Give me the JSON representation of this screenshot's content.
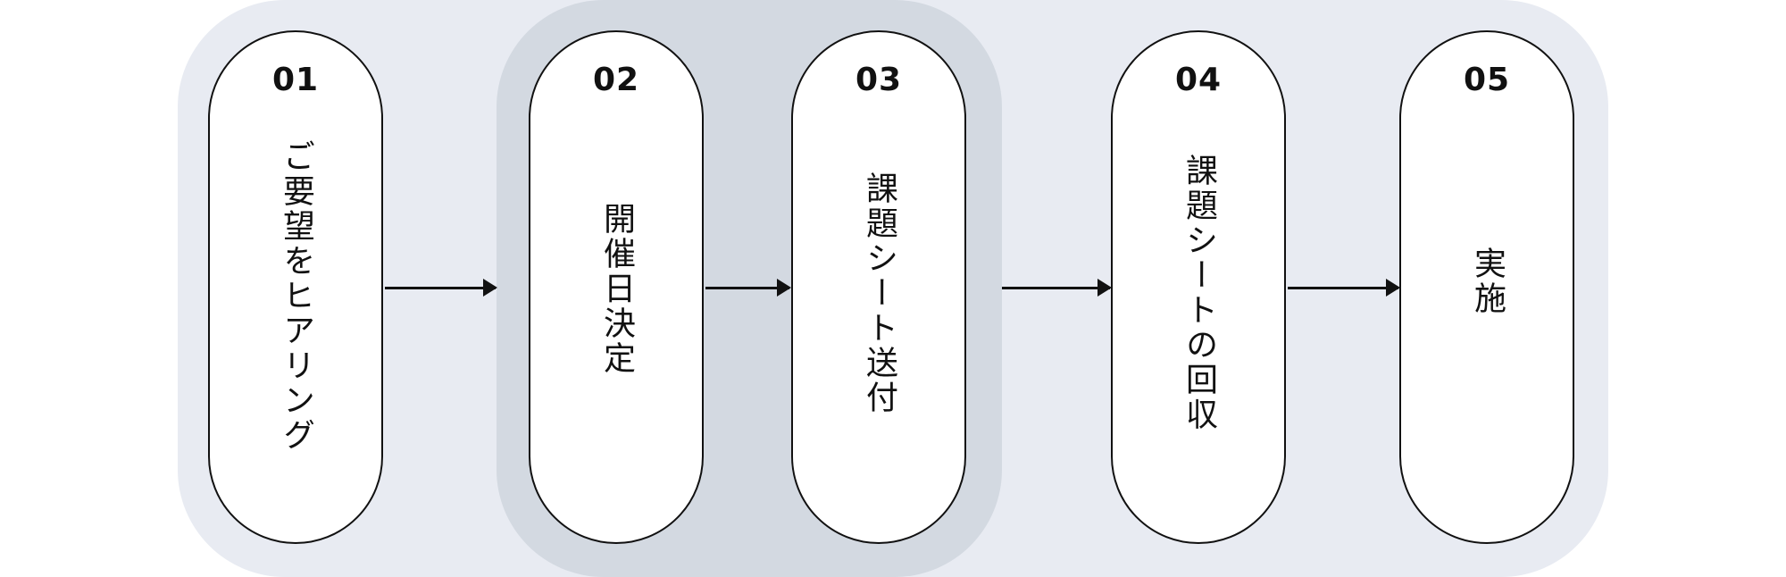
{
  "colors": {
    "outer_band": "#e8ebf2",
    "group_band": "#d3d9e1",
    "step_fill": "#ffffff",
    "stroke": "#111111"
  },
  "steps": [
    {
      "number": "01",
      "label": "ご要望をヒアリング"
    },
    {
      "number": "02",
      "label": "開催日決定"
    },
    {
      "number": "03",
      "label": "課題シート送付"
    },
    {
      "number": "04",
      "label": "課題シートの回収"
    },
    {
      "number": "05",
      "label": "実施"
    }
  ]
}
